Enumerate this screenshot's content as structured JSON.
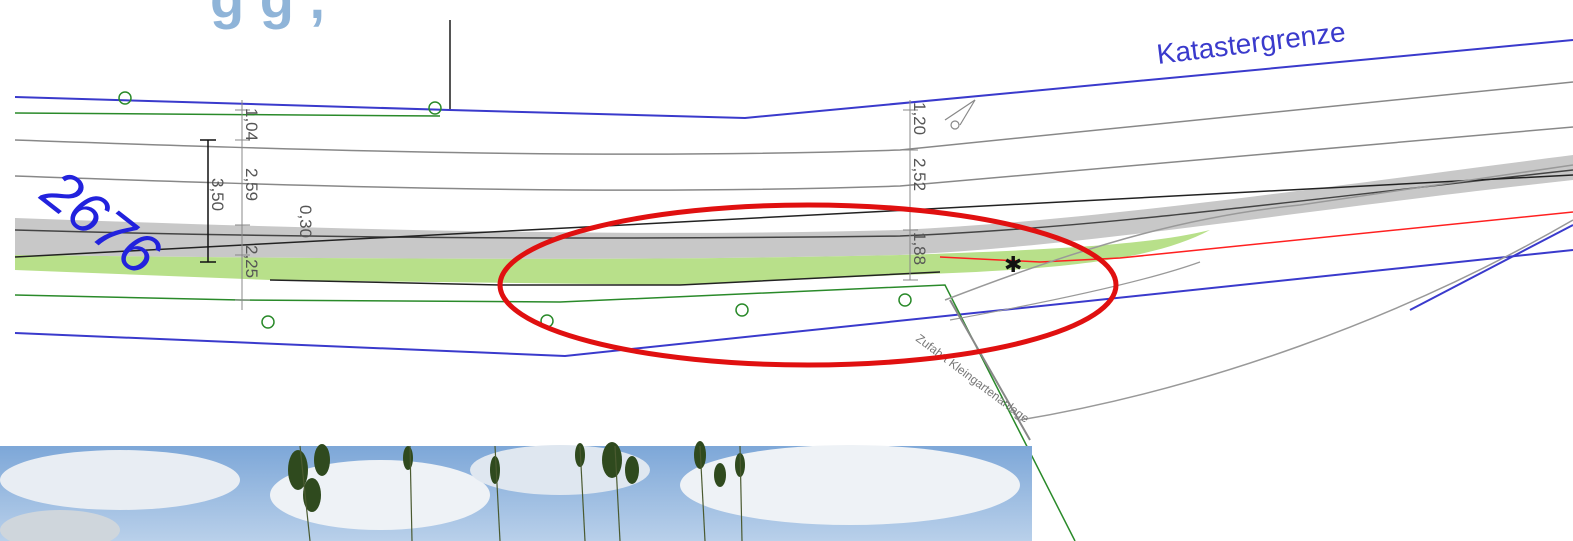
{
  "header": {
    "title_fragment": "g         g         ,"
  },
  "labels": {
    "cadastral_boundary": "Katastergrenze",
    "parcel_number": "2676",
    "driveway": "Zufahrt Kleingartenanlage"
  },
  "dimensions": {
    "left_total": "3,50",
    "left_top": "1,04",
    "left_mid": "2,59",
    "left_bottom": "2,25",
    "center": "0,30",
    "right_top": "1,20",
    "right_mid": "2,52",
    "right_bottom": "1,88"
  },
  "colors": {
    "cadastral_line": "#3a3acc",
    "highlight_ellipse": "#e01010",
    "green_strip": "#b8e08a",
    "grey_band": "#c8c8c8",
    "red_line": "#ff2020",
    "title_blue": "#8fb4d8"
  },
  "photo": {
    "description_icon": "photo-trees-sky"
  }
}
